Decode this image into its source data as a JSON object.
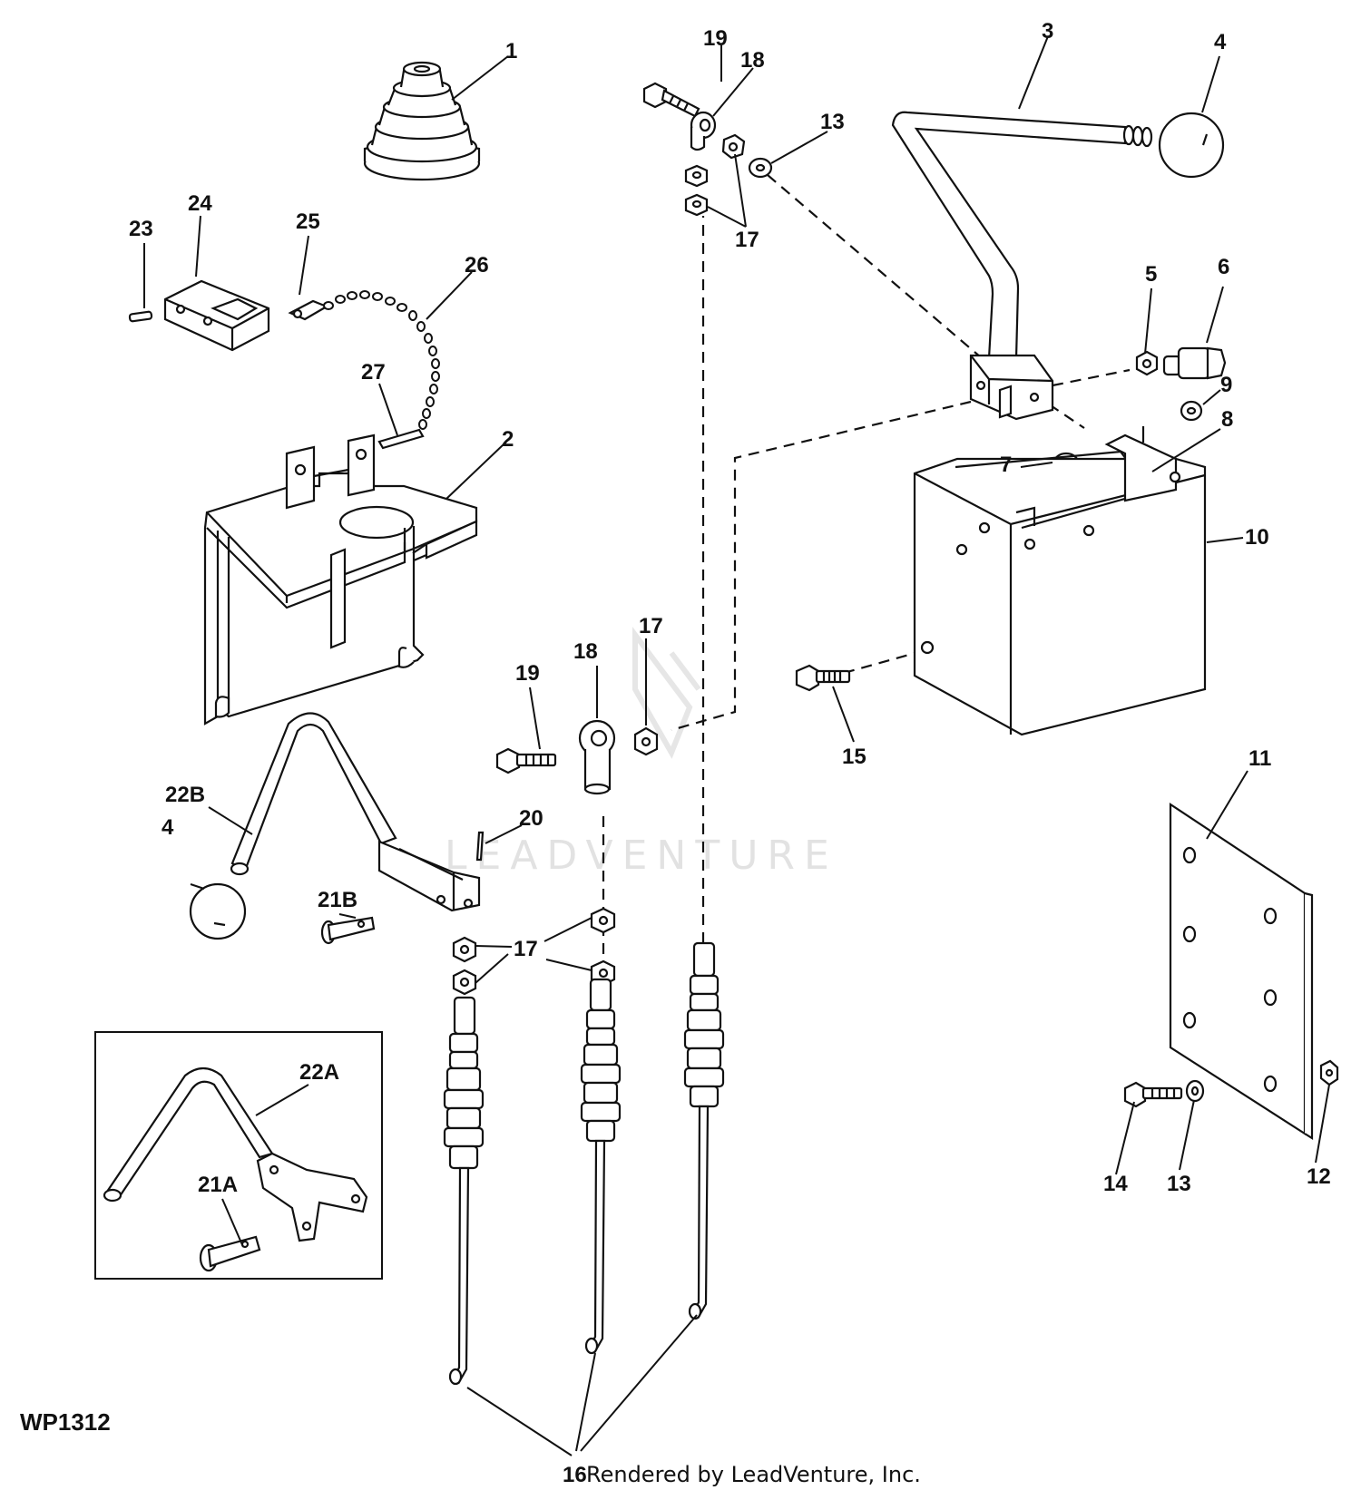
{
  "diagram": {
    "figure_id": "WP1312",
    "credit": "Rendered by LeadVenture, Inc.",
    "watermark": "LEADVENTURE",
    "callouts": {
      "c1": "1",
      "c2": "2",
      "c3": "3",
      "c4a": "4",
      "c4b": "4",
      "c5": "5",
      "c6": "6",
      "c7": "7",
      "c8": "8",
      "c9": "9",
      "c10": "10",
      "c11": "11",
      "c12": "12",
      "c13a": "13",
      "c13b": "13",
      "c14": "14",
      "c15": "15",
      "c16": "16",
      "c17a": "17",
      "c17b": "17",
      "c17c": "17",
      "c18a": "18",
      "c18b": "18",
      "c19a": "19",
      "c19b": "19",
      "c20": "20",
      "c21a": "21A",
      "c21b": "21B",
      "c22a": "22A",
      "c22b": "22B",
      "c23": "23",
      "c24": "24",
      "c25": "25",
      "c26": "26",
      "c27": "27"
    }
  }
}
